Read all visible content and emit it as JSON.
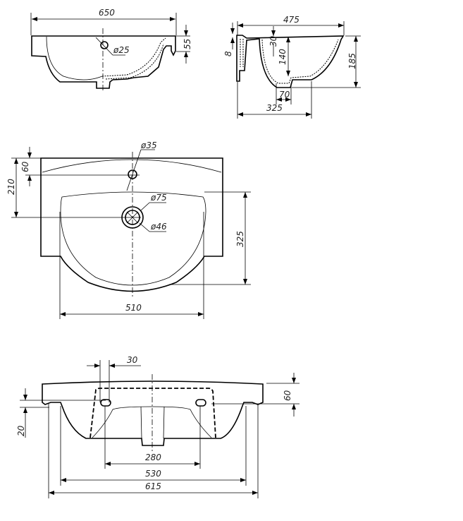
{
  "views": {
    "side_view": {
      "width": "650",
      "rim_height": "55",
      "overflow_hole": "ø25"
    },
    "section_view": {
      "depth": "475",
      "rim_thickness": "8",
      "rim_offset": "30",
      "bowl_depth": "140",
      "total_height": "185",
      "drain_width": "70",
      "drain_offset": "325"
    },
    "top_view": {
      "tap_hole_offset": "60",
      "drain_offset": "210",
      "tap_hole": "ø35",
      "drain_outer": "ø75",
      "drain_inner": "ø46",
      "bowl_depth": "325",
      "bowl_width": "510"
    },
    "front_view": {
      "mount_hole_width": "30",
      "rim_height": "60",
      "mount_height": "20",
      "mount_spacing": "280",
      "bowl_width": "530",
      "total_width": "615"
    }
  }
}
